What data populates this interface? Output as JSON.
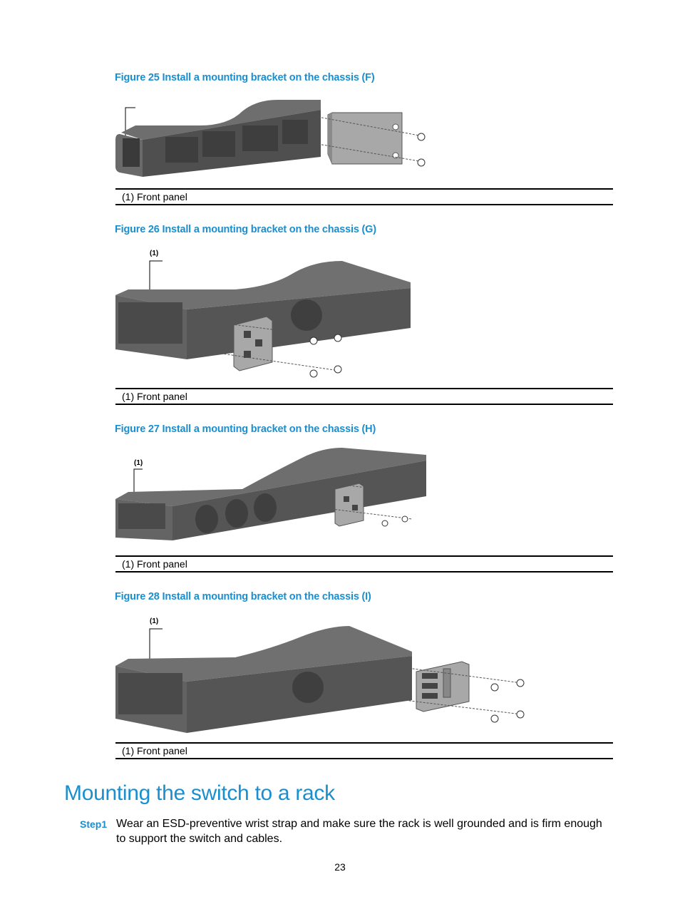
{
  "figures": [
    {
      "caption": "Figure 25 Install a mounting bracket on the chassis (F)",
      "callout": "",
      "legend": "(1) Front panel"
    },
    {
      "caption": "Figure 26 Install a mounting bracket on the chassis (G)",
      "callout": "(1)",
      "legend": "(1) Front panel"
    },
    {
      "caption": "Figure 27 Install a mounting bracket on the chassis (H)",
      "callout": "(1)",
      "legend": "(1) Front panel"
    },
    {
      "caption": "Figure 28 Install a mounting bracket on the chassis (I)",
      "callout": "(1)",
      "legend": "(1) Front panel"
    }
  ],
  "section": {
    "title": "Mounting the switch to a rack",
    "steps": [
      {
        "label": "Step1",
        "text": "Wear an ESD-preventive wrist strap and make sure the rack is well grounded and is firm enough to support the switch and cables."
      }
    ]
  },
  "page_number": "23",
  "colors": {
    "heading": "#1a8fd0",
    "chassis": "#5a5a5a",
    "bracket": "#a8a8a8"
  }
}
